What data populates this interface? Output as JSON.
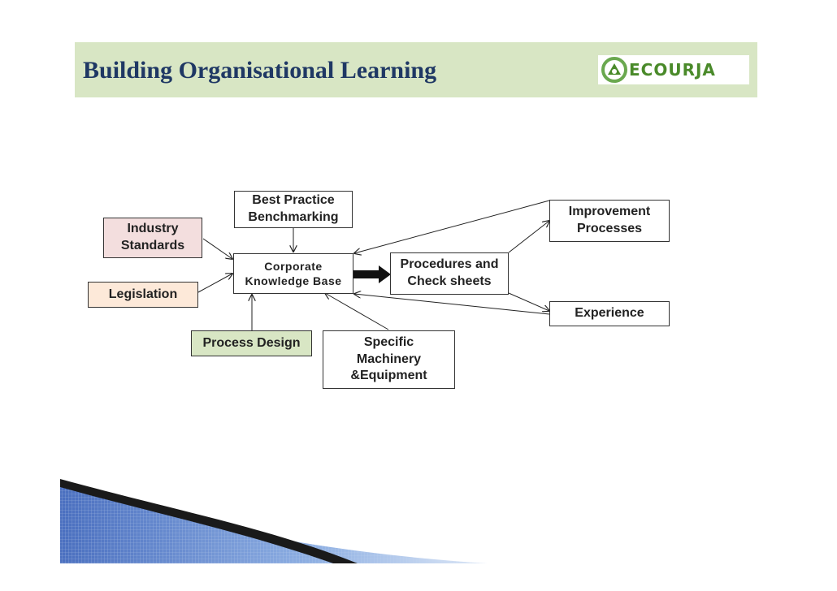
{
  "header": {
    "title": "Building Organisational Learning",
    "logo_text": "ECOURJA"
  },
  "diagram": {
    "nodes": {
      "best_practice": "Best Practice\nBenchmarking",
      "industry_standards": "Industry\nStandards",
      "legislation": "Legislation",
      "corporate_kb": "Corporate\nKnowledge Base",
      "procedures": "Procedures and\nCheck sheets",
      "improvement": "Improvement\nProcesses",
      "experience": "Experience",
      "process_design": "Process Design",
      "specific_machinery": "Specific\nMachinery\n&Equipment"
    }
  },
  "colors": {
    "title": "#1f3864",
    "header_bg": "#d8e6c4",
    "industry_bg": "#f3dede",
    "legislation_bg": "#fde9d9",
    "process_design_bg": "#d8e6c4",
    "logo_green": "#4a8a2a"
  }
}
